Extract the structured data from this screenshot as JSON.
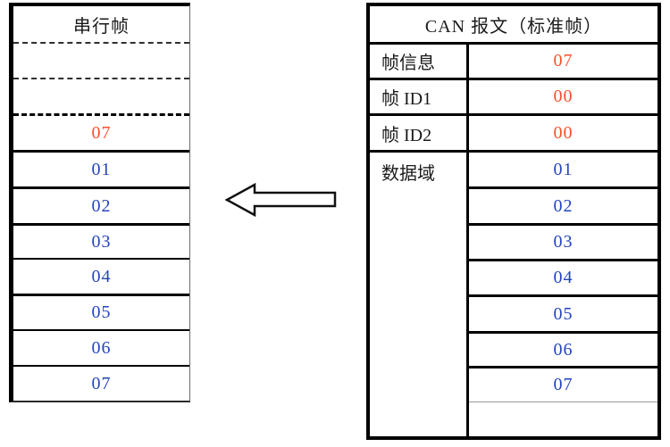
{
  "left_table": {
    "title": "串行帧",
    "frame_info_value": "07",
    "data_values": [
      "01",
      "02",
      "03",
      "04",
      "05",
      "06",
      "07"
    ]
  },
  "right_table": {
    "title": "CAN 报文（标准帧）",
    "info_rows": [
      {
        "label": "帧信息",
        "value": "07"
      },
      {
        "label": "帧 ID1",
        "value": "00"
      },
      {
        "label": "帧 ID2",
        "value": "00"
      }
    ],
    "data_label": "数据域",
    "data_values": [
      "01",
      "02",
      "03",
      "04",
      "05",
      "06",
      "07",
      ""
    ]
  },
  "arrow": {
    "icon": "left-arrow-icon",
    "direction": "left"
  },
  "colors": {
    "highlight": "#ff4e2b",
    "data": "#2343c3"
  }
}
